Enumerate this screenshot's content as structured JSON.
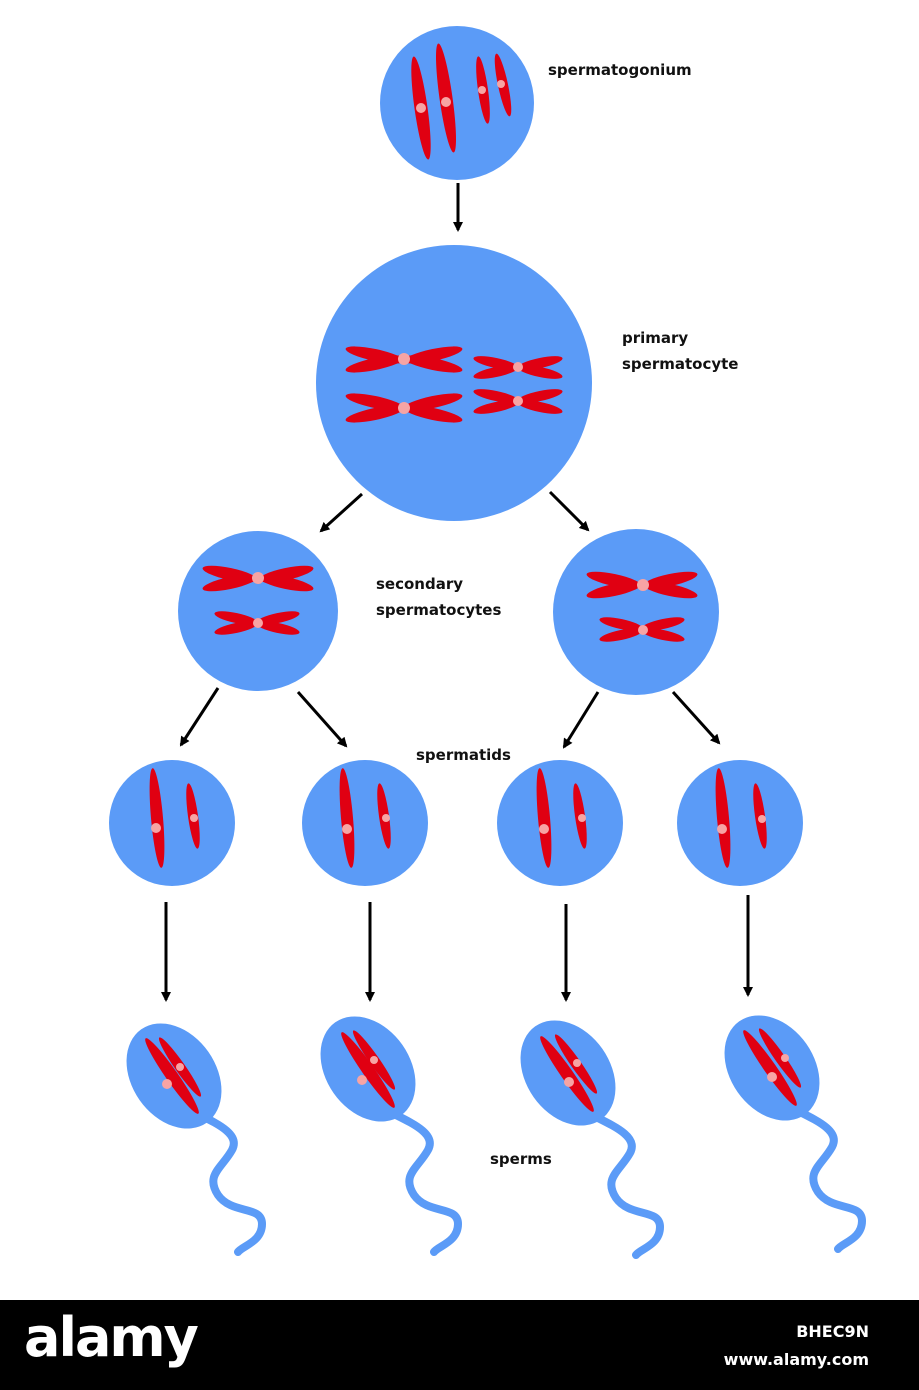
{
  "labels": {
    "spermatogonium": "spermatogonium",
    "primary_line1": "primary",
    "primary_line2": "spermatocyte",
    "secondary_line1": "secondary",
    "secondary_line2": "spermatocytes",
    "spermatids": "spermatids",
    "sperms": "sperms"
  },
  "footer": {
    "logo": "alamy",
    "image_id": "BHEC9N",
    "url": "www.alamy.com"
  },
  "colors": {
    "cell": "#5b9bf7",
    "chromosome": "#e00012",
    "centromere": "#f7a4a4",
    "arrow": "#000000",
    "footer": "#000000"
  }
}
